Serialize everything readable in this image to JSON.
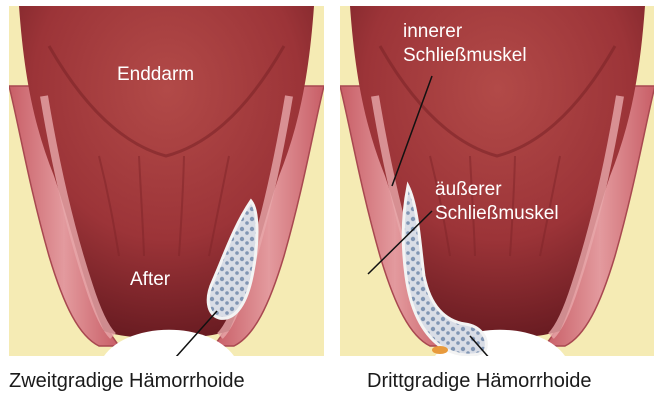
{
  "panels": [
    {
      "labels": {
        "rectum": "Enddarm",
        "anus": "After"
      },
      "caption": "Zweitgradige Hämorrhoide"
    },
    {
      "labels": {
        "internal_sphincter_line1": "innerer",
        "internal_sphincter_line2": "Schließmuskel",
        "external_sphincter_line1": "äußerer",
        "external_sphincter_line2": "Schließmuskel"
      },
      "caption": "Drittgradige Hämorrhoide"
    }
  ],
  "colors": {
    "tissue": "#a33b3b",
    "tissue_dark": "#6e1e22",
    "muscle": "#d3747a",
    "fat": "#f5ebb4",
    "hemorrhoid": "#d9dde6",
    "hemorrhoid_spots": "#8196b4"
  }
}
